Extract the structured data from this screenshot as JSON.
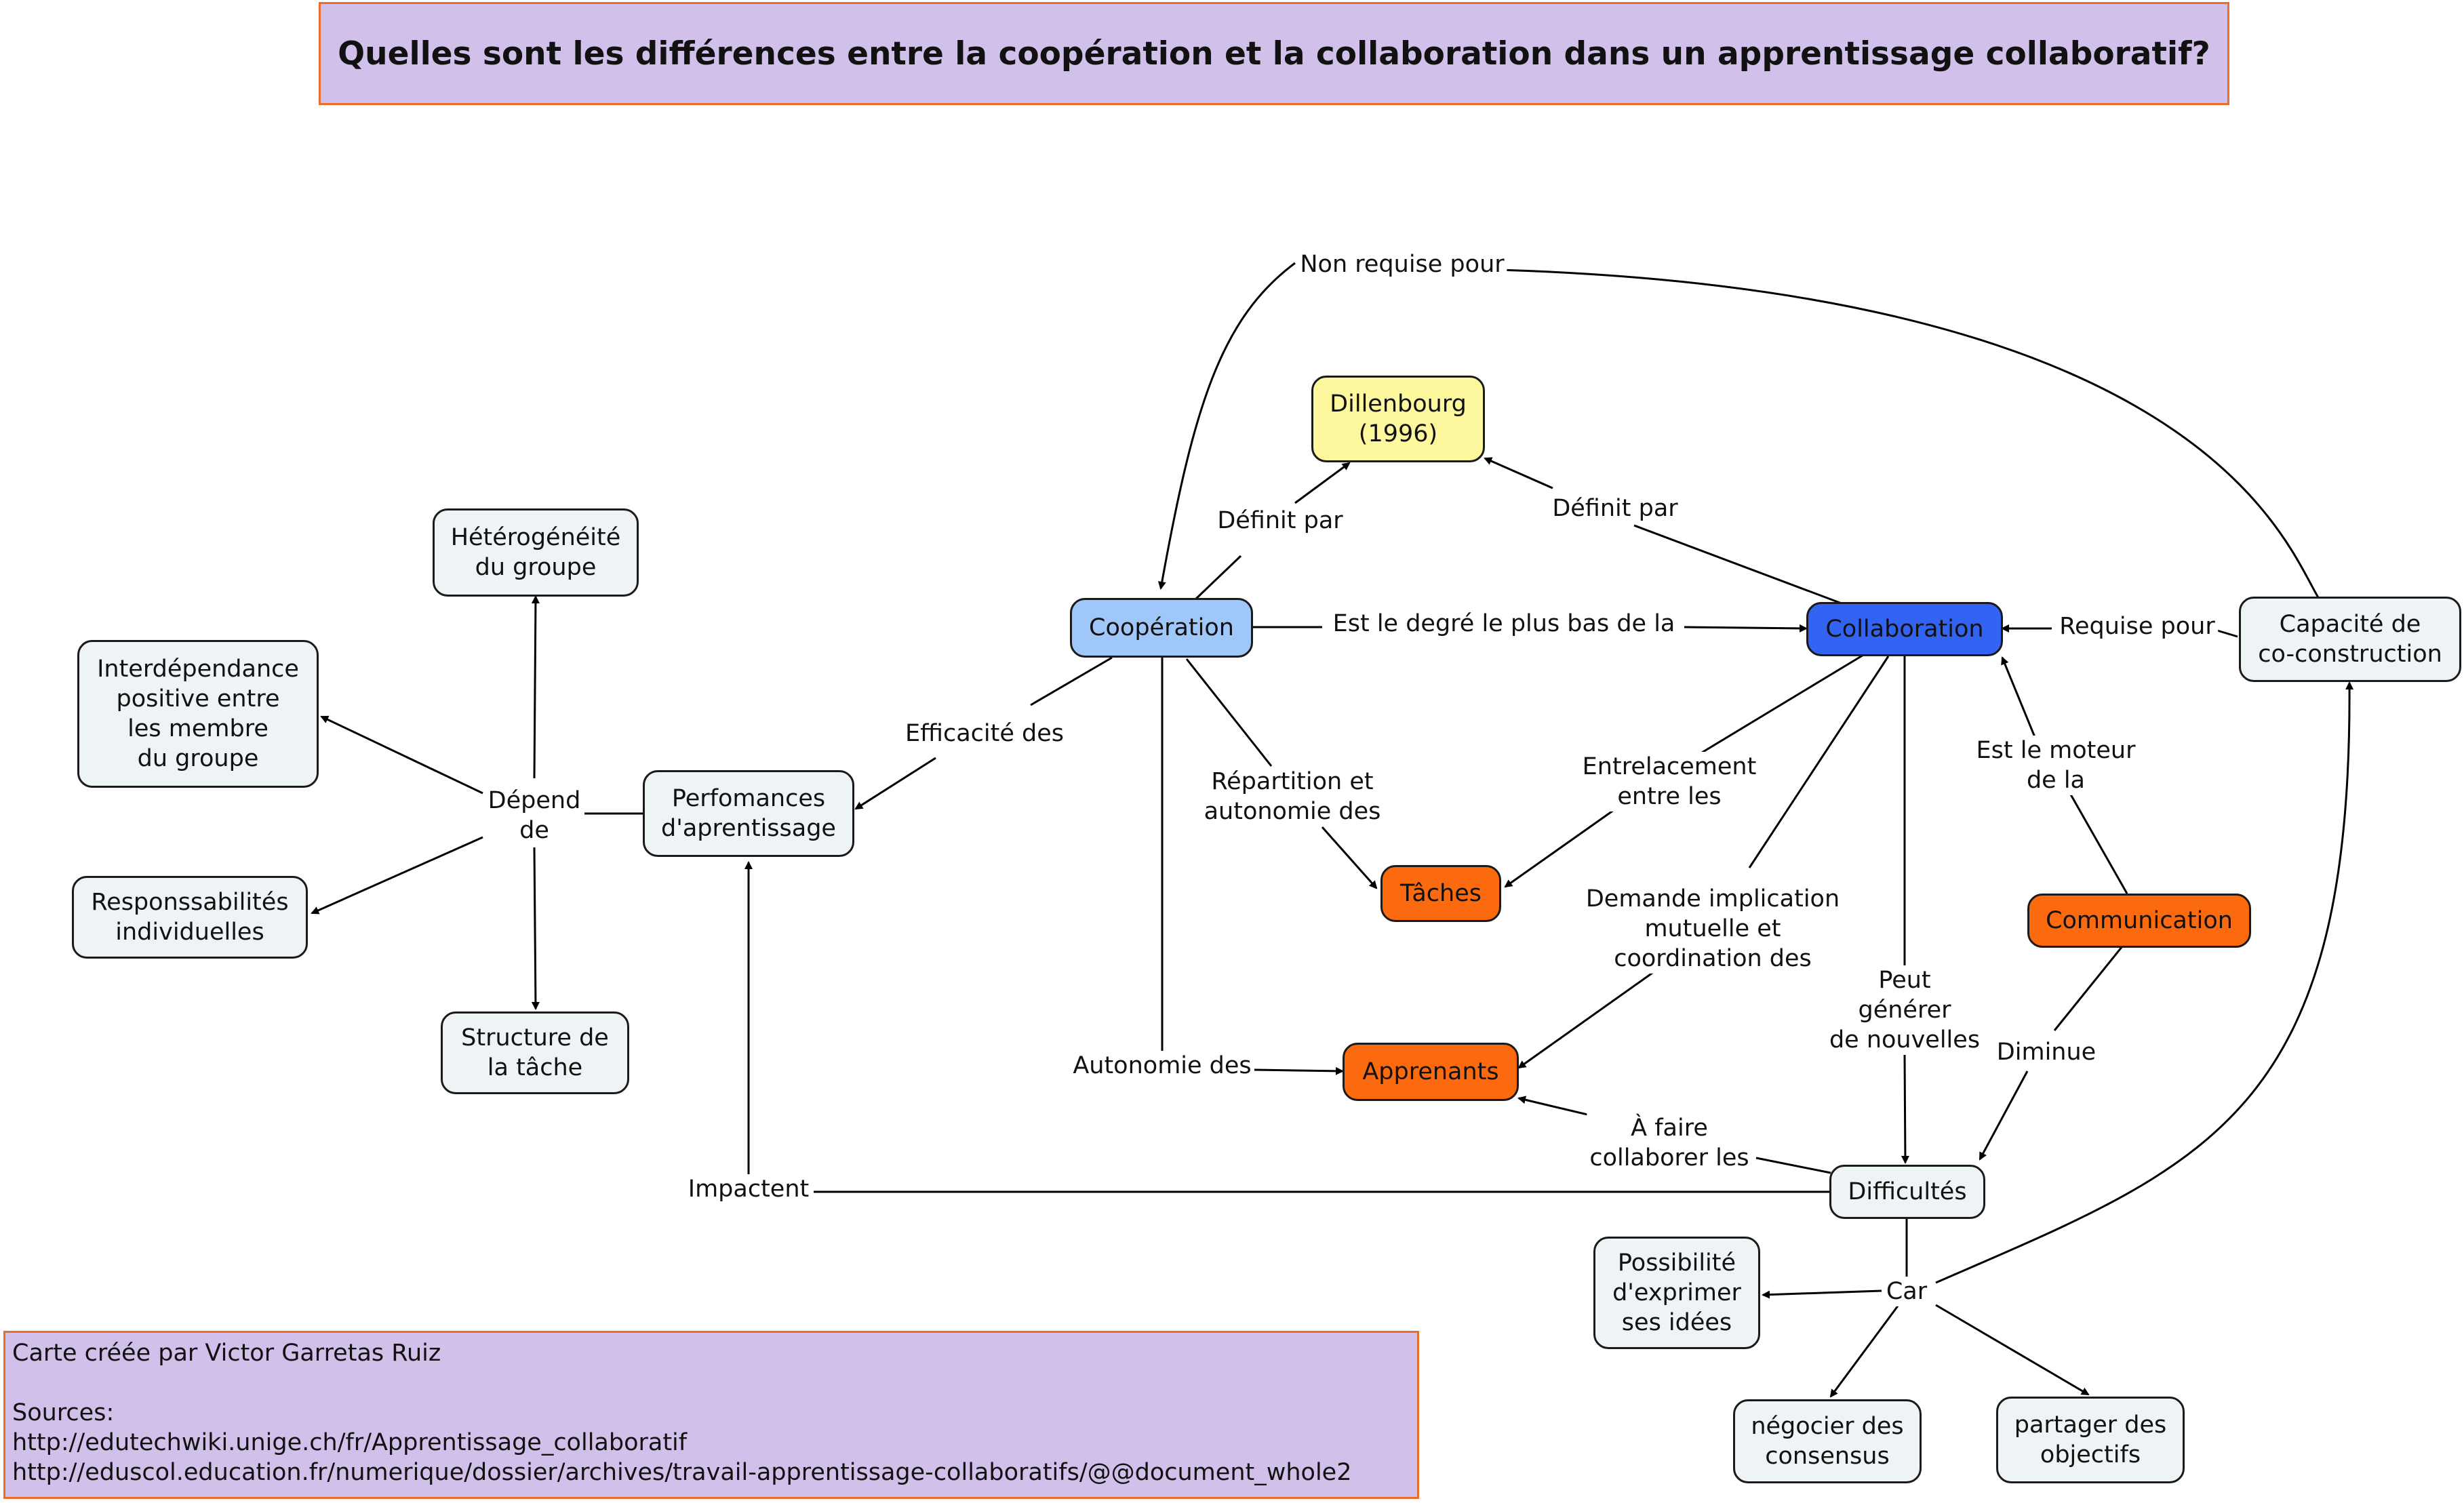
{
  "title": "Quelles sont les différences entre la coopération et la collaboration dans un apprentissage collaboratif?",
  "credits": {
    "author": "Carte créée par Victor Garretas Ruiz",
    "sources_label": "Sources:",
    "source_1": "http://edutechwiki.unige.ch/fr/Apprentissage_collaboratif",
    "source_2": "http://eduscol.education.fr/numerique/dossier/archives/travail-apprentissage-collaboratifs/@@document_whole2"
  },
  "colors": {
    "node_default": "#eef3f5",
    "cooperation": "#9fc7f9",
    "collaboration": "#3263f2",
    "dillenbourg": "#fdf79d",
    "highlight_orange": "#fb6a0f",
    "title_background": "#d0c0ea",
    "title_border": "#ea6e2a"
  },
  "nodes": {
    "cooperation": "Coopération",
    "collaboration": "Collaboration",
    "dillenbourg": "Dillenbourg\n(1996)",
    "co_construction": "Capacité de\nco-construction",
    "performances": "Perfomances\nd'aprentissage",
    "heterogeneite": "Hétérogénéité\ndu groupe",
    "interdependance": "Interdépendance\npositive entre\nles membre\ndu groupe",
    "responsabilites": "Responssabilités\nindividuelles",
    "structure": "Structure de\nla tâche",
    "taches": "Tâches",
    "apprenants": "Apprenants",
    "communication": "Communication",
    "difficultes": "Difficultés",
    "exprimer": "Possibilité\nd'exprimer\nses idées",
    "negocier": "négocier des\nconsensus",
    "partager": "partager des\nobjectifs"
  },
  "links": {
    "non_requise": "Non requise pour",
    "definit_par_coop": "Définit par",
    "definit_par_collab": "Définit par",
    "degre": "Est le degré le plus bas de la",
    "requise": "Requise pour",
    "efficacite": "Efficacité des",
    "repartition": "Répartition et\nautonomie des",
    "entrelacement": "Entrelacement\nentre les",
    "moteur": "Est le moteur\nde la",
    "demande": "Demande implication\nmutuelle et\ncoordination des",
    "autonomie": "Autonomie des",
    "peut_generer": "Peut\ngénérer\nde nouvelles",
    "diminue": "Diminue",
    "a_faire": "À faire\ncollaborer les",
    "impactent": "Impactent",
    "car": "Car",
    "depend": "Dépend\nde"
  }
}
